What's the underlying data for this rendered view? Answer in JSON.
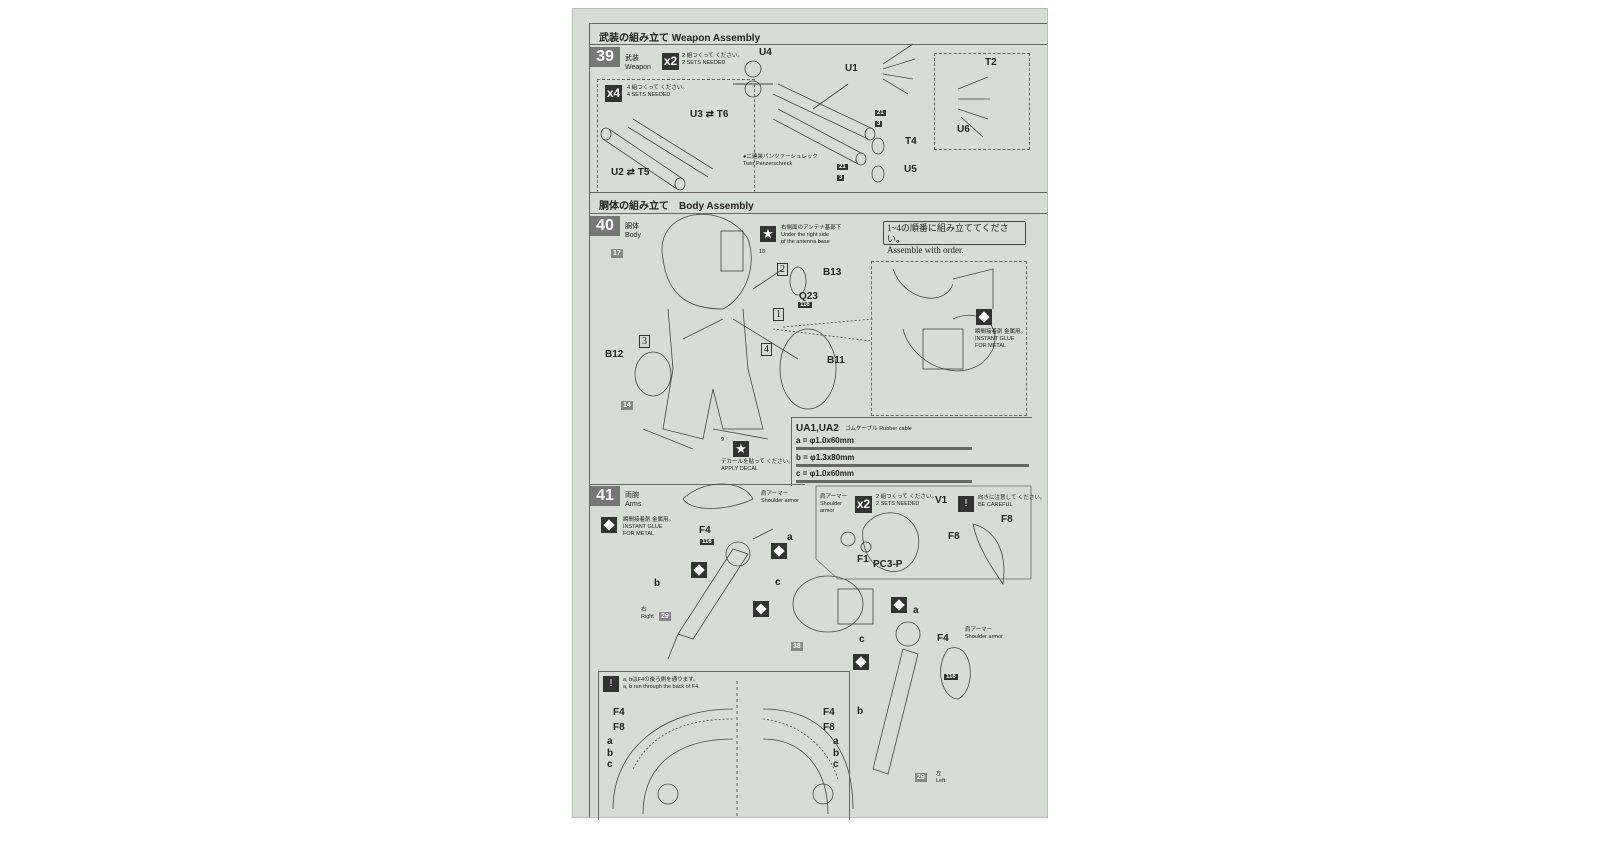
{
  "sections": {
    "weapon": {
      "title": "武装の組み立て Weapon Assembly"
    },
    "body": {
      "title": "胴体の組み立て　Body Assembly"
    }
  },
  "step39": {
    "number": "39",
    "name_jp": "武装",
    "name_en": "Weapon",
    "sets_badge": "x2",
    "sets_jp": "2 組つくって ください。",
    "sets_en": "2 SETS NEEDED",
    "inset": {
      "sets_badge": "x4",
      "sets_jp": "4 組つくって ください。",
      "sets_en": "4 SETS NEEDED",
      "u3t6": "U3 ⇄ T6",
      "u2t5": "U2 ⇄ T5"
    },
    "parts": {
      "u4": "U4",
      "u1": "U1",
      "t4": "T4",
      "u5": "U5",
      "t2": "T2",
      "u6": "U6",
      "paint_21": "21",
      "paint_3": "3"
    },
    "caption_jp": "●二連装パンツァーシュレック",
    "caption_en": "Twin Panzerschreck"
  },
  "step40": {
    "number": "40",
    "name_jp": "胴体",
    "name_en": "Body",
    "decal_note_jp": "右側面のアンテナ基部下",
    "decal_note_en1": "Under the right side",
    "decal_note_en2": "of the antenna base",
    "order_jp": "1~4の順番に組み立ててください。",
    "order_en": "Assemble with order.",
    "parts": {
      "p17": "17",
      "p14": "14",
      "b13": "B13",
      "q23": "Q23",
      "p116": "116",
      "b12": "B12",
      "b11": "B11",
      "o1": "1",
      "o2": "2",
      "o3": "3",
      "o4": "4",
      "d18": "18",
      "d9": "9"
    },
    "apply_decal_jp": "デカールを貼って ください。",
    "apply_decal_en": "APPLY DECAL",
    "glue_jp": "瞬間接着剤 金属用。",
    "glue_en1": "INSTANT GLUE",
    "glue_en2": "FOR METAL",
    "cable": {
      "title": "UA1,UA2",
      "sub": "ゴムケーブル Rubber cable",
      "a": "a = φ1.0x60mm",
      "b": "b = φ1.3x80mm",
      "c": "c = φ1.0x60mm"
    }
  },
  "step41": {
    "number": "41",
    "name_jp": "両腕",
    "name_en": "Arms",
    "glue_jp": "瞬間接着剤 金属用。",
    "glue_en1": "INSTANT GLUE",
    "glue_en2": "FOR METAL",
    "shoulder_jp": "肩アーマー",
    "shoulder_en": "Shoulder armor",
    "right_jp": "右",
    "right_en": "Right",
    "left_jp": "左",
    "left_en": "Left",
    "parts": {
      "f4": "F4",
      "p116": "116",
      "a": "a",
      "b": "b",
      "c": "c",
      "p29": "29",
      "p38": "38"
    },
    "subassembly": {
      "shoulder_jp": "肩アーマー",
      "shoulder_en1": "Shoulder",
      "shoulder_en2": "armor",
      "sets_badge": "x2",
      "sets_jp": "2 組つくって ください。",
      "sets_en": "2 SETS NEEDED",
      "v1": "V1",
      "f1": "F1",
      "f8": "F8",
      "pc3p": "PC3-P",
      "careful_jp": "向きに注意して ください。",
      "careful_en": "BE CAREFUL"
    },
    "detail": {
      "note_jp": "a, bはF4の後ろ側を通ります。",
      "note_en": "a, b run through the back of F4.",
      "f4": "F4",
      "f8": "F8",
      "a": "a",
      "b": "b",
      "c": "c"
    }
  }
}
